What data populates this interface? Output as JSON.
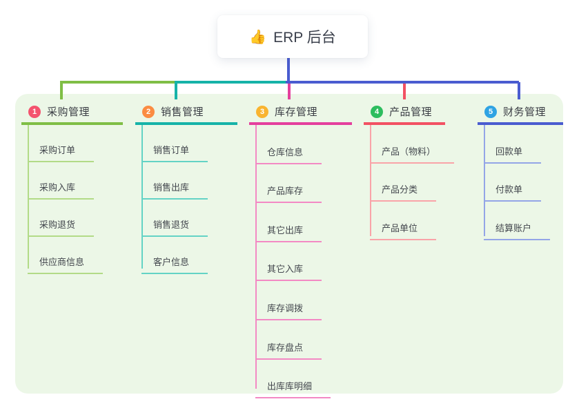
{
  "root": {
    "icon": "👍",
    "title": "ERP 后台",
    "connector_color": "#4a5cd0"
  },
  "canvas": {
    "background": "#ffffff",
    "panel_background": "#ecf7e7",
    "root_card_background": "#ffffff",
    "title_text_color": "#3a3f4b",
    "branch_text_color": "#3a3d44",
    "child_text_color": "#43474e"
  },
  "branches": [
    {
      "number": "1",
      "label": "采购管理",
      "badge_color": "#f4536e",
      "line_color": "#7fbe45",
      "child_line_color": "#b2db87",
      "children": [
        "采购订单",
        "采购入库",
        "采购退货",
        "供应商信息"
      ]
    },
    {
      "number": "2",
      "label": "销售管理",
      "badge_color": "#fb8c42",
      "line_color": "#16b3a8",
      "child_line_color": "#63d3c5",
      "children": [
        "销售订单",
        "销售出库",
        "销售退货",
        "客户信息"
      ]
    },
    {
      "number": "3",
      "label": "库存管理",
      "badge_color": "#f9b430",
      "line_color": "#e43f9d",
      "child_line_color": "#f389c4",
      "children": [
        "仓库信息",
        "产品库存",
        "其它出库",
        "其它入库",
        "库存调拨",
        "库存盘点",
        "出库库明细"
      ]
    },
    {
      "number": "4",
      "label": "产品管理",
      "badge_color": "#2dbd5e",
      "line_color": "#f25163",
      "child_line_color": "#f9a3a8",
      "children": [
        "产品（物料）",
        "产品分类",
        "产品单位"
      ]
    },
    {
      "number": "5",
      "label": "财务管理",
      "badge_color": "#2fa3e3",
      "line_color": "#4a5cd0",
      "child_line_color": "#93a5e7",
      "children": [
        "回款单",
        "付款单",
        "结算账户"
      ]
    }
  ]
}
